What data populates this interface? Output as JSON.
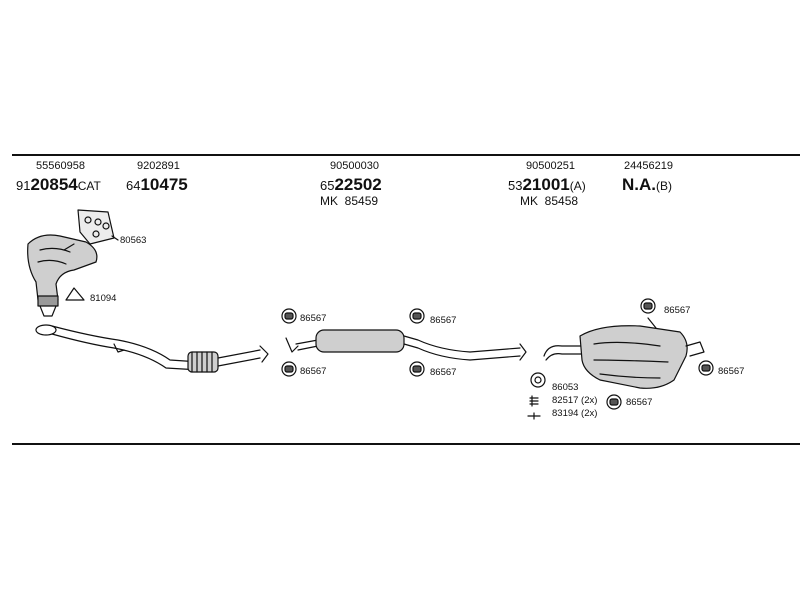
{
  "top_row": [
    {
      "ref": "55560958",
      "pre": "91",
      "main": "20854",
      "suf": "CAT"
    },
    {
      "ref": "9202891",
      "pre": "64",
      "main": "10475",
      "suf": ""
    },
    {
      "ref": "90500030",
      "pre": "65",
      "main": "22502",
      "suf": "",
      "mk": "MK",
      "mk_num": "85459"
    },
    {
      "ref": "90500251",
      "pre": "53",
      "main": "21001",
      "suf": "(A)",
      "mk": "MK",
      "mk_num": "85458"
    },
    {
      "ref": "24456219",
      "pre": "",
      "main": "N.A.",
      "suf": "(B)"
    }
  ],
  "callouts": {
    "c80563": "80563",
    "c81094": "81094",
    "c86567_a": "86567",
    "c86567_b": "86567",
    "c86567_c": "86567",
    "c86567_d": "86567",
    "c86567_e": "86567",
    "c86567_f": "86567",
    "c86567_g": "86567",
    "c86053": "86053",
    "c82517": "82517 (2x)",
    "c83194": "83194 (2x)"
  },
  "colors": {
    "line": "#111111",
    "part_fill": "#cfcfcf",
    "part_dark": "#8a8a8a"
  }
}
